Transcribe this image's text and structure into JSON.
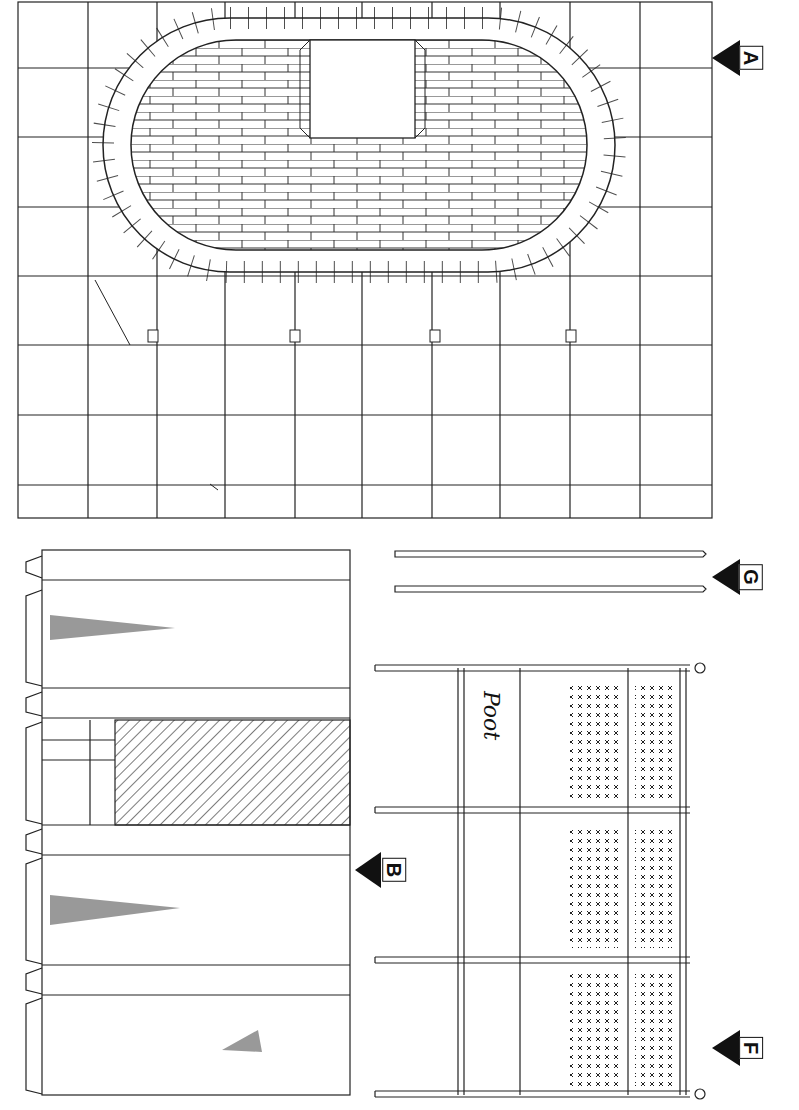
{
  "diagram": {
    "labels": [
      "A",
      "B",
      "G",
      "F",
      "Poot"
    ]
  }
}
